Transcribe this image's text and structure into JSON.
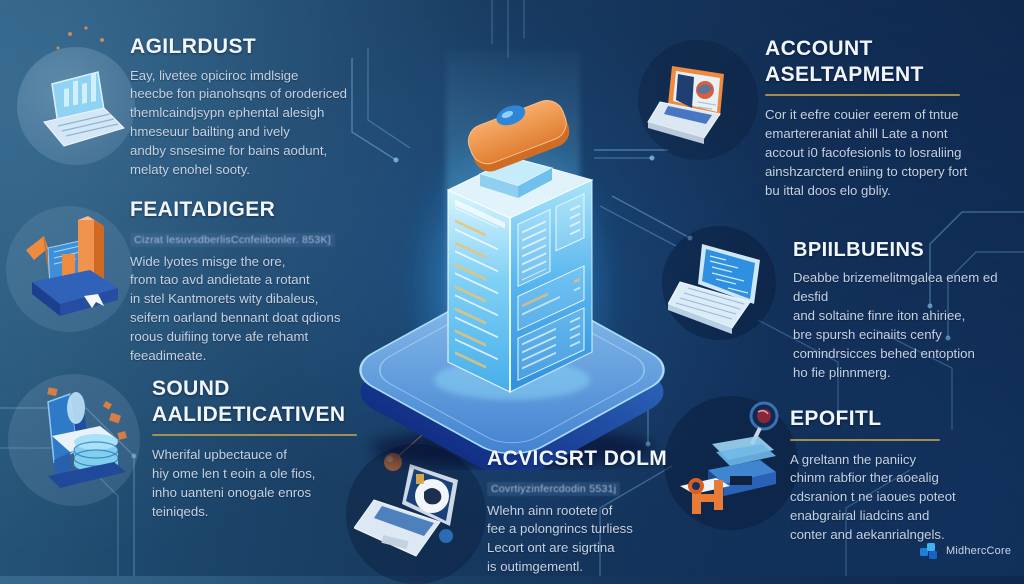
{
  "colors": {
    "background_dark": "#0e2549",
    "background_light": "#27597c",
    "heading": "#f1f6fb",
    "body_text": "#c6d2e0",
    "accent_gold": "#b5974d",
    "accent_orange": "#e8823f",
    "glow_cyan": "#66d6ff",
    "platform_blue": "#2a62b8"
  },
  "sections": [
    {
      "id": "agilrdust",
      "title": "AGILRDUST",
      "body": "Eay, livetee opiciroc imdlsige\nheecbe fon pianohsqns of orodericed\nthemlcaindjsypn ephental alesigh\nhmeseuur bailting and ively\nandby snsesime for bains aodunt,\nmelaty enohel sooty.",
      "icon": "laptop-chart-icon"
    },
    {
      "id": "feaitadiger",
      "title": "FEAITADIGER",
      "subtitle": "Cizrat lesuvsdberlisCcnfeiibonler. 853K]",
      "body": "Wide lyotes misge the ore,\nfrom tao avd andietate a rotant\nin stel Kantmorets wity dibaleus,\nseifern oarland bennant doat qdions\nroous duifiing torve afe rehamt\nfeeadimeate.",
      "icon": "bar-chart-pedestal-icon"
    },
    {
      "id": "sound-aalideticativen",
      "title": "SOUND\nAALIDETICATIVEN",
      "body": "Wherifal upbectauce of\nhiy ome len t eoin a ole fios,\ninho uanteni onogale enros\nteiniqeds.",
      "icon": "data-box-stack-icon"
    },
    {
      "id": "account-aseltapment",
      "title": "ACCOUNT\nASELTAPMENT",
      "body": "Cor it eefre couier eerem of tntue\nemartereraniat ahill Late a nont\naccout i0 facofesionls to losraliing\nainshzarcterd eniing to ctopery fort\nbu ittal doos elo gbliy.",
      "icon": "profile-laptop-icon"
    },
    {
      "id": "bpiilbueins",
      "title": "BPIILBUEINS",
      "body": "Deabbe brizemelitmgalea enem ed desfid\nand soltaine finre iton ahiriee,\nbre spursh ecinaiits cenfy\ncomindrsicces behed entoption\nho fie plinnmerg.",
      "icon": "code-laptop-icon"
    },
    {
      "id": "epofitl",
      "title": "EPOFITL",
      "body": "A greltann the paniicy\nchinm rabfior ther aoealig\ncdsranion t ne iaoues poteot\nenabgrairal liadcins and\nconter and aekanrialngels.",
      "icon": "search-audit-icon"
    },
    {
      "id": "acvicsrt-dolm",
      "title": "ACVICSRT DOLM",
      "subtitle": "Covrtiyzinfercdodin 5531j",
      "body": "Wlehn ainn rootete of\nfee a polongrincs turliess\nLecort ont are sigrtina\nis outimgementl.",
      "icon": "fingerprint-laptop-icon"
    }
  ],
  "logo": {
    "text": "MidhercCore",
    "icon": "cube-logo-icon"
  }
}
